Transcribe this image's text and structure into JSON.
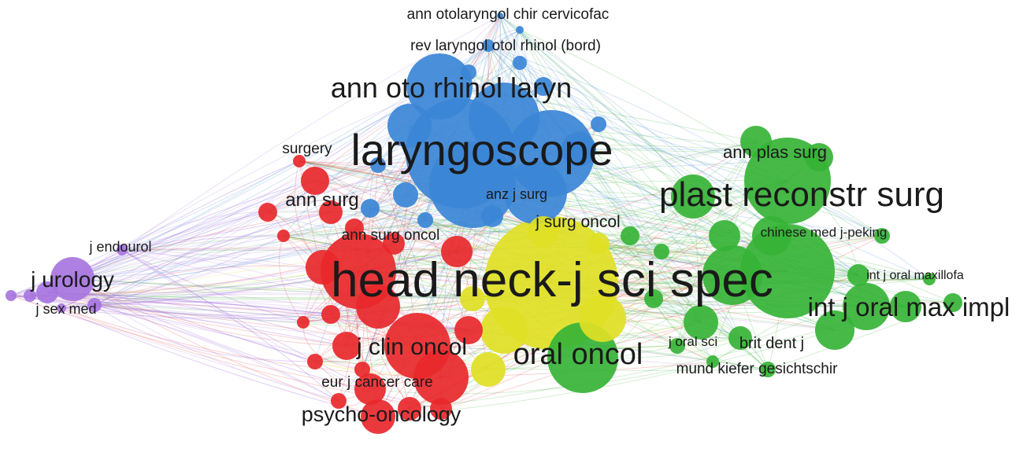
{
  "labels": {
    "ann_otolaryngol": "ann otolaryngol chir cervicofac",
    "rev_laryngol": "rev laryngol otol rhinol (bord)",
    "ann_oto": "ann oto rhinol laryn",
    "surgery": "surgery",
    "laryngoscope": "laryngoscope",
    "ann_plas_surg": "ann plas surg",
    "ann_surg": "ann surg",
    "anz_j_surg": "anz j surg",
    "plast_reconstr": "plast reconstr surg",
    "j_surg_oncol": "j surg oncol",
    "ann_surg_oncol": "ann surg oncol",
    "chinese_med": "chinese med j-peking",
    "j_endourol": "j endourol",
    "j_urology": "j urology",
    "j_sex_med": "j sex med",
    "head_neck": "head neck-j sci spec",
    "int_j_oral_maxillofa": "int j oral maxillofa",
    "int_j_oral_max_impl": "int j oral max impl",
    "j_clin_oncol": "j clin oncol",
    "oral_oncol": "oral oncol",
    "j_oral_sci": "j oral sci",
    "brit_dent_j": "brit dent j",
    "mund_kiefer": "mund kiefer gesichtschir",
    "eur_j_cancer_care": "eur j cancer care",
    "psycho_oncology": "psycho-oncology"
  },
  "clusters": {
    "red": "#e8282b",
    "blue": "#3b86d6",
    "green": "#36b336",
    "yellow": "#e0df25",
    "purple": "#a775e0"
  }
}
